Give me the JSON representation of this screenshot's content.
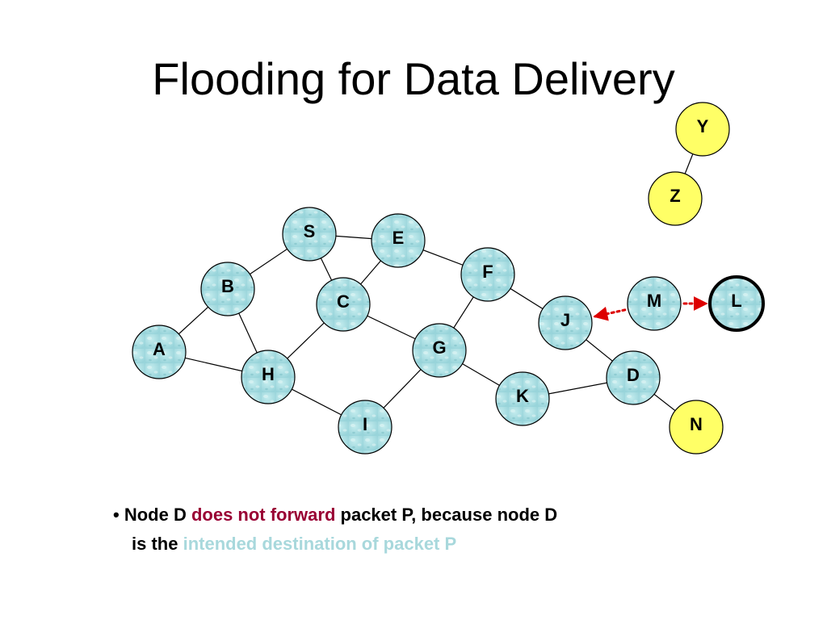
{
  "title": "Flooding for Data Delivery",
  "colors": {
    "water_fill": "#aee0e4",
    "water_speckle": "#d8f2f2",
    "yellow_fill": "#ffff66",
    "edge": "#000000",
    "arrow": "#dd0000",
    "emphasis_red": "#990033",
    "emphasis_cyan": "#a8d8dc"
  },
  "diagram": {
    "nodes": [
      {
        "id": "S",
        "style": "water"
      },
      {
        "id": "E",
        "style": "water"
      },
      {
        "id": "F",
        "style": "water"
      },
      {
        "id": "B",
        "style": "water"
      },
      {
        "id": "C",
        "style": "water"
      },
      {
        "id": "M",
        "style": "water"
      },
      {
        "id": "L",
        "style": "water-bold"
      },
      {
        "id": "J",
        "style": "water"
      },
      {
        "id": "A",
        "style": "water"
      },
      {
        "id": "G",
        "style": "water"
      },
      {
        "id": "H",
        "style": "water"
      },
      {
        "id": "D",
        "style": "water"
      },
      {
        "id": "K",
        "style": "water"
      },
      {
        "id": "I",
        "style": "water"
      },
      {
        "id": "N",
        "style": "yellow"
      },
      {
        "id": "Y",
        "style": "yellow"
      },
      {
        "id": "Z",
        "style": "yellow"
      }
    ],
    "edges": [
      [
        "S",
        "E"
      ],
      [
        "S",
        "B"
      ],
      [
        "S",
        "C"
      ],
      [
        "E",
        "C"
      ],
      [
        "E",
        "F"
      ],
      [
        "B",
        "A"
      ],
      [
        "B",
        "H"
      ],
      [
        "A",
        "H"
      ],
      [
        "C",
        "H"
      ],
      [
        "C",
        "G"
      ],
      [
        "F",
        "G"
      ],
      [
        "F",
        "J"
      ],
      [
        "H",
        "I"
      ],
      [
        "G",
        "I"
      ],
      [
        "G",
        "K"
      ],
      [
        "K",
        "D"
      ],
      [
        "J",
        "D"
      ],
      [
        "D",
        "N"
      ],
      [
        "Y",
        "Z"
      ]
    ],
    "arrows": [
      {
        "from": "M",
        "to": "J",
        "style": "dotted-red"
      },
      {
        "from": "M",
        "to": "L",
        "style": "dotted-red"
      }
    ]
  },
  "caption": {
    "bullet": "•",
    "line1_part1": "Node D ",
    "line1_highlight": "does not forward",
    "line1_part2": " packet P, because node D",
    "line2_part1": "is the ",
    "line2_highlight": "intended destination of packet P"
  }
}
